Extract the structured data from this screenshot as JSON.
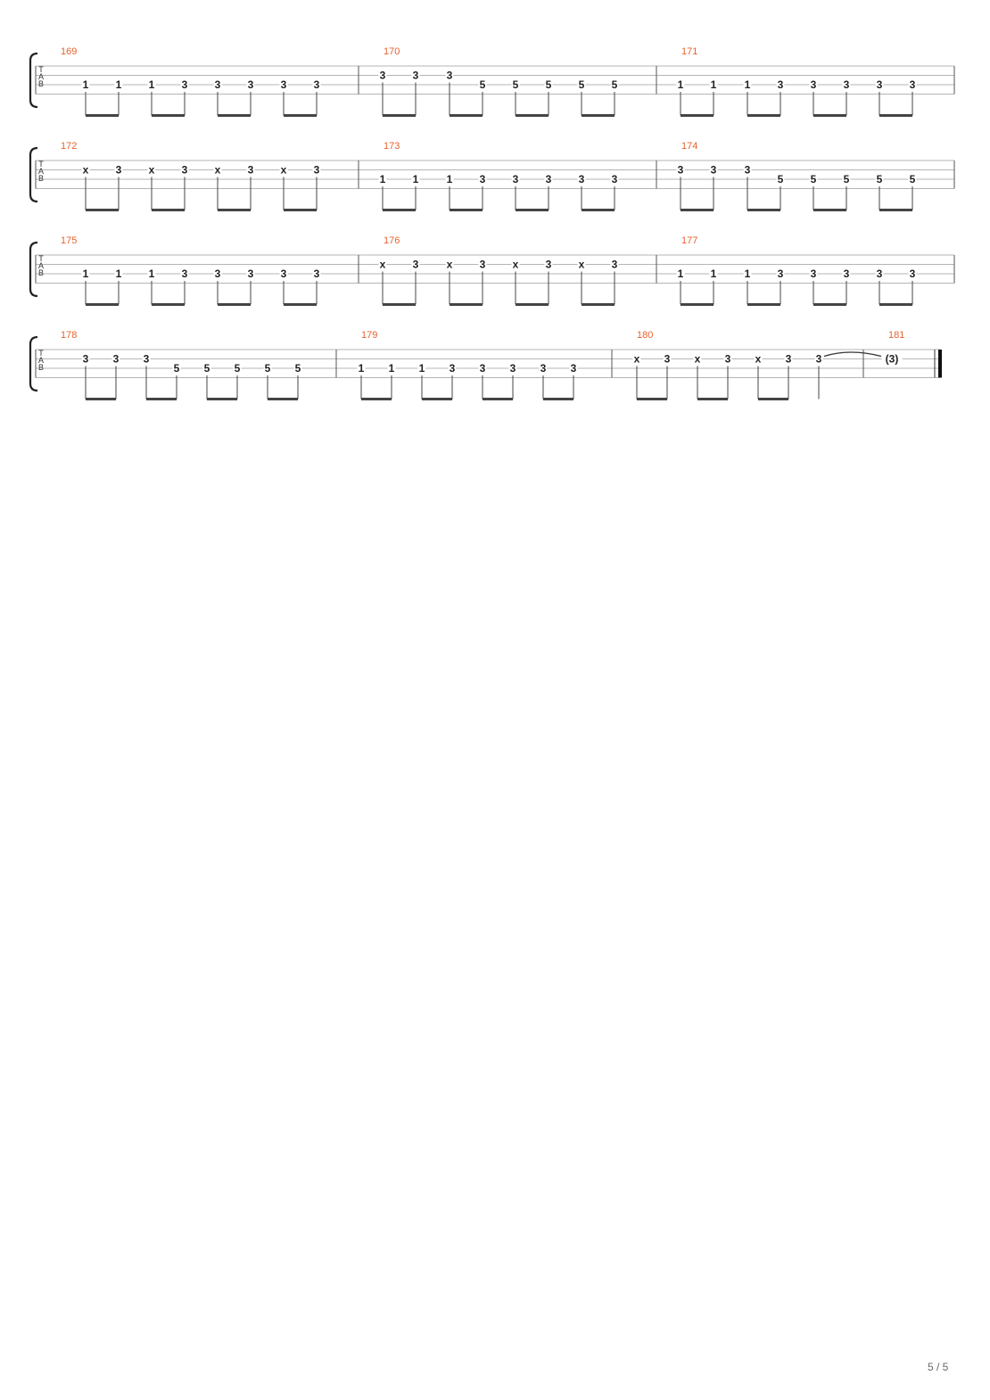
{
  "page_number": "5 / 5",
  "tab_clef": [
    "T",
    "A",
    "B"
  ],
  "systems": [
    {
      "measures": [
        {
          "number": "169",
          "notes": [
            {
              "string": 3,
              "fret": "1"
            },
            {
              "string": 3,
              "fret": "1"
            },
            {
              "string": 3,
              "fret": "1"
            },
            {
              "string": 3,
              "fret": "3"
            },
            {
              "string": 3,
              "fret": "3"
            },
            {
              "string": 3,
              "fret": "3"
            },
            {
              "string": 3,
              "fret": "3"
            },
            {
              "string": 3,
              "fret": "3"
            }
          ]
        },
        {
          "number": "170",
          "notes": [
            {
              "string": 2,
              "fret": "3"
            },
            {
              "string": 2,
              "fret": "3"
            },
            {
              "string": 2,
              "fret": "3"
            },
            {
              "string": 3,
              "fret": "5"
            },
            {
              "string": 3,
              "fret": "5"
            },
            {
              "string": 3,
              "fret": "5"
            },
            {
              "string": 3,
              "fret": "5"
            },
            {
              "string": 3,
              "fret": "5"
            }
          ]
        },
        {
          "number": "171",
          "notes": [
            {
              "string": 3,
              "fret": "1"
            },
            {
              "string": 3,
              "fret": "1"
            },
            {
              "string": 3,
              "fret": "1"
            },
            {
              "string": 3,
              "fret": "3"
            },
            {
              "string": 3,
              "fret": "3"
            },
            {
              "string": 3,
              "fret": "3"
            },
            {
              "string": 3,
              "fret": "3"
            },
            {
              "string": 3,
              "fret": "3"
            }
          ]
        }
      ]
    },
    {
      "measures": [
        {
          "number": "172",
          "notes": [
            {
              "string": 2,
              "fret": "x"
            },
            {
              "string": 2,
              "fret": "3"
            },
            {
              "string": 2,
              "fret": "x"
            },
            {
              "string": 2,
              "fret": "3"
            },
            {
              "string": 2,
              "fret": "x"
            },
            {
              "string": 2,
              "fret": "3"
            },
            {
              "string": 2,
              "fret": "x"
            },
            {
              "string": 2,
              "fret": "3"
            }
          ]
        },
        {
          "number": "173",
          "notes": [
            {
              "string": 3,
              "fret": "1"
            },
            {
              "string": 3,
              "fret": "1"
            },
            {
              "string": 3,
              "fret": "1"
            },
            {
              "string": 3,
              "fret": "3"
            },
            {
              "string": 3,
              "fret": "3"
            },
            {
              "string": 3,
              "fret": "3"
            },
            {
              "string": 3,
              "fret": "3"
            },
            {
              "string": 3,
              "fret": "3"
            }
          ]
        },
        {
          "number": "174",
          "notes": [
            {
              "string": 2,
              "fret": "3"
            },
            {
              "string": 2,
              "fret": "3"
            },
            {
              "string": 2,
              "fret": "3"
            },
            {
              "string": 3,
              "fret": "5"
            },
            {
              "string": 3,
              "fret": "5"
            },
            {
              "string": 3,
              "fret": "5"
            },
            {
              "string": 3,
              "fret": "5"
            },
            {
              "string": 3,
              "fret": "5"
            }
          ]
        }
      ]
    },
    {
      "measures": [
        {
          "number": "175",
          "notes": [
            {
              "string": 3,
              "fret": "1"
            },
            {
              "string": 3,
              "fret": "1"
            },
            {
              "string": 3,
              "fret": "1"
            },
            {
              "string": 3,
              "fret": "3"
            },
            {
              "string": 3,
              "fret": "3"
            },
            {
              "string": 3,
              "fret": "3"
            },
            {
              "string": 3,
              "fret": "3"
            },
            {
              "string": 3,
              "fret": "3"
            }
          ]
        },
        {
          "number": "176",
          "notes": [
            {
              "string": 2,
              "fret": "x"
            },
            {
              "string": 2,
              "fret": "3"
            },
            {
              "string": 2,
              "fret": "x"
            },
            {
              "string": 2,
              "fret": "3"
            },
            {
              "string": 2,
              "fret": "x"
            },
            {
              "string": 2,
              "fret": "3"
            },
            {
              "string": 2,
              "fret": "x"
            },
            {
              "string": 2,
              "fret": "3"
            }
          ]
        },
        {
          "number": "177",
          "notes": [
            {
              "string": 3,
              "fret": "1"
            },
            {
              "string": 3,
              "fret": "1"
            },
            {
              "string": 3,
              "fret": "1"
            },
            {
              "string": 3,
              "fret": "3"
            },
            {
              "string": 3,
              "fret": "3"
            },
            {
              "string": 3,
              "fret": "3"
            },
            {
              "string": 3,
              "fret": "3"
            },
            {
              "string": 3,
              "fret": "3"
            }
          ]
        }
      ]
    },
    {
      "measures": [
        {
          "number": "178",
          "notes": [
            {
              "string": 2,
              "fret": "3"
            },
            {
              "string": 2,
              "fret": "3"
            },
            {
              "string": 2,
              "fret": "3"
            },
            {
              "string": 3,
              "fret": "5"
            },
            {
              "string": 3,
              "fret": "5"
            },
            {
              "string": 3,
              "fret": "5"
            },
            {
              "string": 3,
              "fret": "5"
            },
            {
              "string": 3,
              "fret": "5"
            }
          ]
        },
        {
          "number": "179",
          "notes": [
            {
              "string": 3,
              "fret": "1"
            },
            {
              "string": 3,
              "fret": "1"
            },
            {
              "string": 3,
              "fret": "1"
            },
            {
              "string": 3,
              "fret": "3"
            },
            {
              "string": 3,
              "fret": "3"
            },
            {
              "string": 3,
              "fret": "3"
            },
            {
              "string": 3,
              "fret": "3"
            },
            {
              "string": 3,
              "fret": "3"
            }
          ]
        },
        {
          "number": "180",
          "notes": [
            {
              "string": 2,
              "fret": "x"
            },
            {
              "string": 2,
              "fret": "3"
            },
            {
              "string": 2,
              "fret": "x"
            },
            {
              "string": 2,
              "fret": "3"
            },
            {
              "string": 2,
              "fret": "x"
            },
            {
              "string": 2,
              "fret": "3"
            },
            {
              "string": 2,
              "fret": "3",
              "tie_start": true
            }
          ]
        },
        {
          "number": "181",
          "notes": [
            {
              "string": 2,
              "fret": "(3)",
              "tied": true
            }
          ],
          "final_barline": true
        }
      ]
    }
  ]
}
